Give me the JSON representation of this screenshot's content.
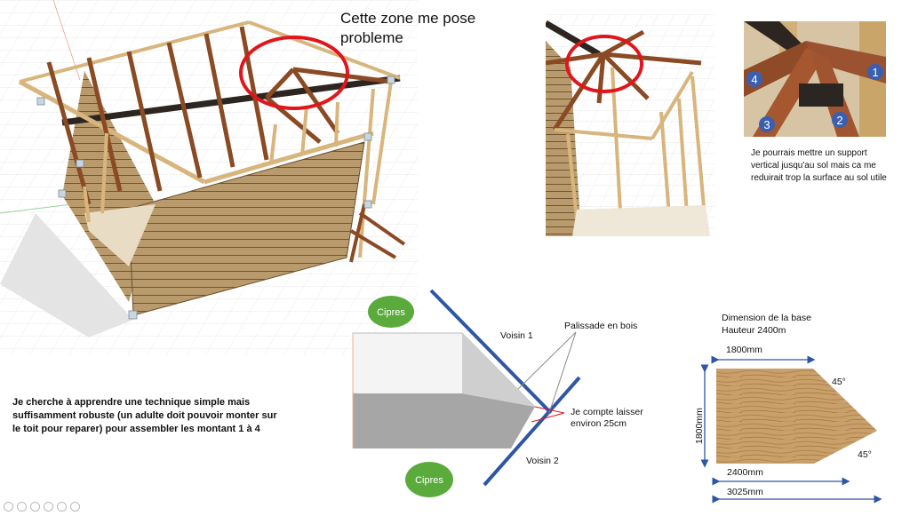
{
  "annotations": {
    "problem_title": "Cette zone me pose probleme",
    "support_note": "Je pourrais mettre un support vertical jusqu'au sol mais ca me reduirait trop la surface au sol utile",
    "question": "Je cherche à apprendre une technique simple mais suffisamment robuste (un adulte doit pouvoir monter sur le toit pour reparer) pour assembler les montant 1 à 4"
  },
  "joint_detail": {
    "badges": [
      "1",
      "2",
      "3",
      "4"
    ]
  },
  "site_plan": {
    "tree_top": "Cipres",
    "tree_bottom": "Cipres",
    "neighbor_1": "Voisin 1",
    "neighbor_2": "Voisin 2",
    "fence": "Palissade en bois",
    "gap_note": "Je compte laisser environ 25cm"
  },
  "base": {
    "title": "Dimension de la base",
    "height": "Hauteur 2400m",
    "top_width": "1800mm",
    "left_height": "1800mm",
    "bottom_width": "2400mm",
    "total_width": "3025mm",
    "angle_top": "45°",
    "angle_bottom": "45°"
  },
  "colors": {
    "highlight_red": "#e0161c",
    "wood": "#c9a06a",
    "wood_dark": "#8a4a24",
    "plan_blue": "#2e56a6",
    "tree_green": "#5aab3c",
    "badge_blue": "#3a5fb0"
  }
}
